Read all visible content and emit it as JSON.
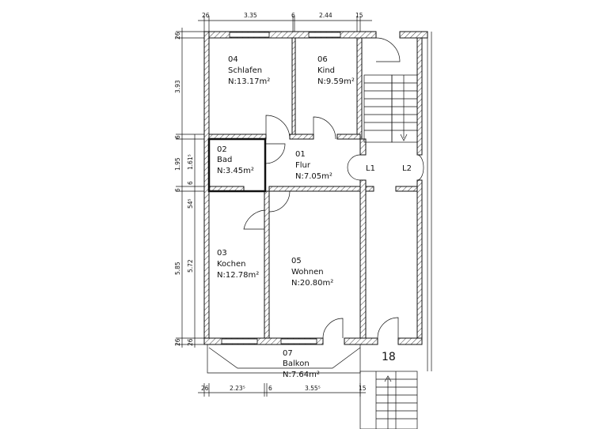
{
  "rooms": [
    {
      "number": "04",
      "name": "Schlafen",
      "area": "N:13.17m²"
    },
    {
      "number": "06",
      "name": "Kind",
      "area": "N:9.59m²"
    },
    {
      "number": "02",
      "name": "Bad",
      "area": "N:3.45m²"
    },
    {
      "number": "01",
      "name": "Flur",
      "area": "N:7.05m²"
    },
    {
      "number": "03",
      "name": "Kochen",
      "area": "N:12.78m²"
    },
    {
      "number": "05",
      "name": "Wohnen",
      "area": "N:20.80m²"
    },
    {
      "number": "07",
      "name": "Balkon",
      "area": "N:7.64m²"
    }
  ],
  "stair_number": "18",
  "lifts": [
    "L1",
    "L2"
  ],
  "dimensions": {
    "top": [
      "26",
      "3.35",
      "6",
      "2.44",
      "15"
    ],
    "left_outer": [
      "26",
      "3.93",
      "6",
      "1.95",
      "6",
      "5.85",
      "26"
    ],
    "left_inner": [
      "1.61⁵",
      "6",
      "54⁵",
      "5.72",
      "26"
    ],
    "bottom": [
      "26",
      "2.23⁵",
      "6",
      "3.55⁵",
      "15"
    ]
  }
}
